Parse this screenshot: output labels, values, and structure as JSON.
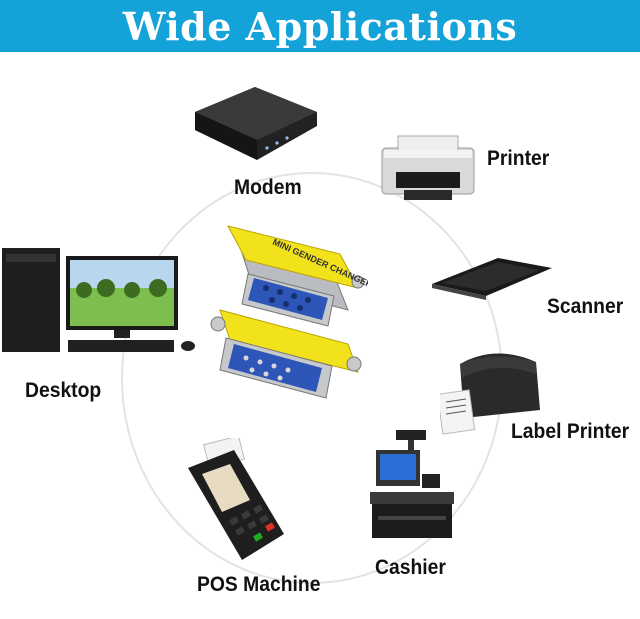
{
  "header": {
    "title": "Wide Applications"
  },
  "adapter": {
    "label": "MINI GENDER CHANGER"
  },
  "devices": {
    "modem": "Modem",
    "printer": "Printer",
    "scanner": "Scanner",
    "label_printer": "Label Printer",
    "cashier": "Cashier",
    "pos_machine": "POS Machine",
    "desktop": "Desktop"
  },
  "colors": {
    "banner": "#13a3d9",
    "adapter_body": "#f2e21c",
    "connector": "#2e55b8"
  }
}
